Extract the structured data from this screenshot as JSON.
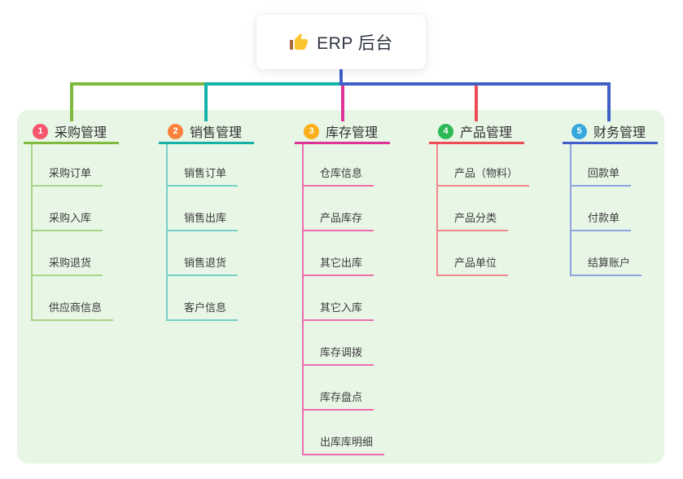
{
  "root": {
    "icon": "thumbs-up-icon",
    "label": "ERP 后台"
  },
  "colors": {
    "page_bg": "#ffffff",
    "panel_bg": "#e8f6e6",
    "root_card_bg": "#ffffff",
    "root_text": "#2e3440",
    "node_text": "#333333",
    "child_text": "#3c3c3c",
    "thumb_hand": "#fbc531",
    "thumb_cuff": "#a86a3d"
  },
  "branches": [
    {
      "badge": "1",
      "label": "采购管理",
      "badge_color": "#f4566e",
      "line_color": "#7eba3d",
      "child_line_color": "#a9d48a",
      "children": [
        "采购订单",
        "采购入库",
        "采购退货",
        "供应商信息"
      ]
    },
    {
      "badge": "2",
      "label": "销售管理",
      "badge_color": "#f8823c",
      "line_color": "#14b2a8",
      "child_line_color": "#76d0c6",
      "children": [
        "销售订单",
        "销售出库",
        "销售退货",
        "客户信息"
      ]
    },
    {
      "badge": "3",
      "label": "库存管理",
      "badge_color": "#fcaf1b",
      "line_color": "#de3397",
      "child_line_color": "#ee6dab",
      "children": [
        "仓库信息",
        "产品库存",
        "其它出库",
        "其它入库",
        "库存调拨",
        "库存盘点",
        "出库库明细"
      ]
    },
    {
      "badge": "4",
      "label": "产品管理",
      "badge_color": "#2eb957",
      "line_color": "#ef4b54",
      "child_line_color": "#f2888c",
      "children": [
        "产品（物料）",
        "产品分类",
        "产品单位"
      ]
    },
    {
      "badge": "5",
      "label": "财务管理",
      "badge_color": "#35a7de",
      "line_color": "#4060c8",
      "child_line_color": "#8fa3e0",
      "children": [
        "回款单",
        "付款单",
        "结算账户"
      ]
    }
  ]
}
